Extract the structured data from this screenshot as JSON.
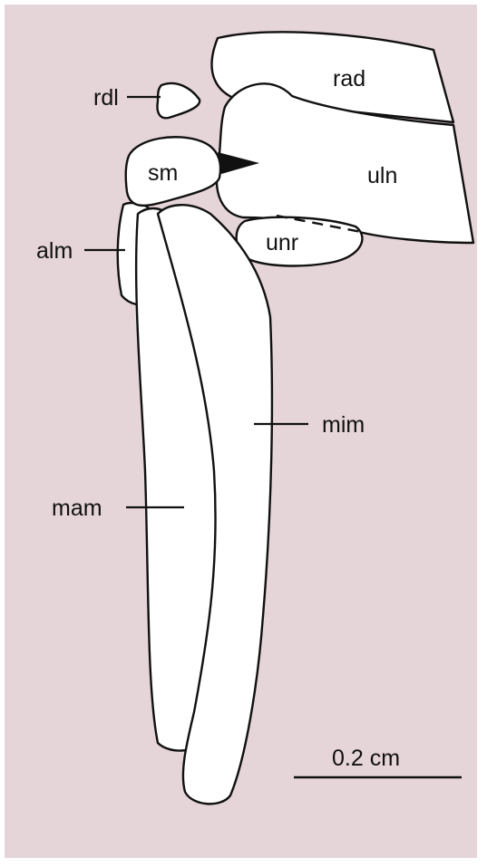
{
  "colors": {
    "background": "#ffffff",
    "panel": "#e6d5d8",
    "bone_fill": "#ffffff",
    "outline": "#111111"
  },
  "labels": {
    "rad": "rad",
    "rdl": "rdl",
    "sm": "sm",
    "uln": "uln",
    "unr": "unr",
    "alm": "alm",
    "mim": "mim",
    "mam": "mam"
  },
  "scale_bar": {
    "label": "0.2 cm"
  }
}
